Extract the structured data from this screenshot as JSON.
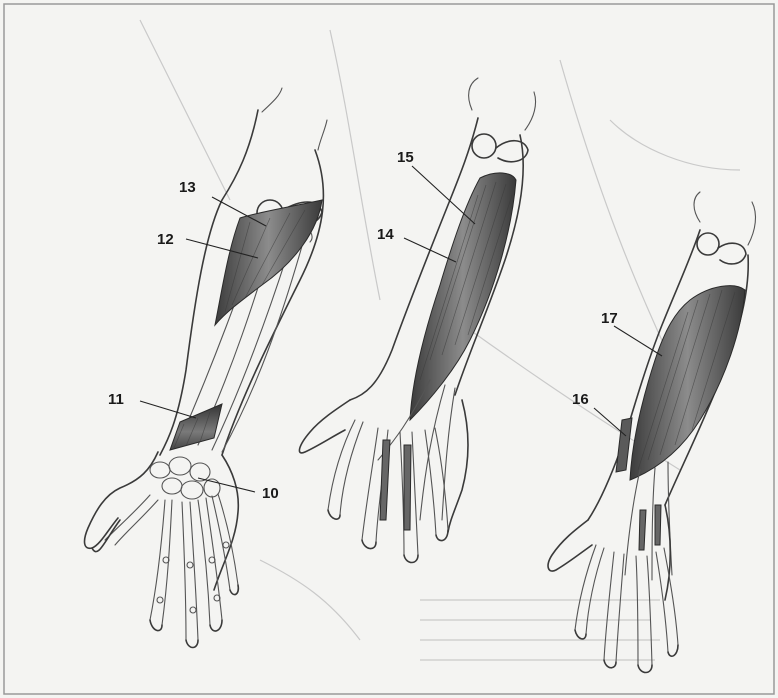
{
  "labels": {
    "l10": "10",
    "l11": "11",
    "l12": "12",
    "l13": "13",
    "l14": "14",
    "l15": "15",
    "l16": "16",
    "l17": "17"
  },
  "colors": {
    "paper": "#f4f4f2",
    "ink": "#2a2a2a",
    "muscle_dark": "#4a4a4a",
    "muscle_light": "#8a8a8a"
  }
}
